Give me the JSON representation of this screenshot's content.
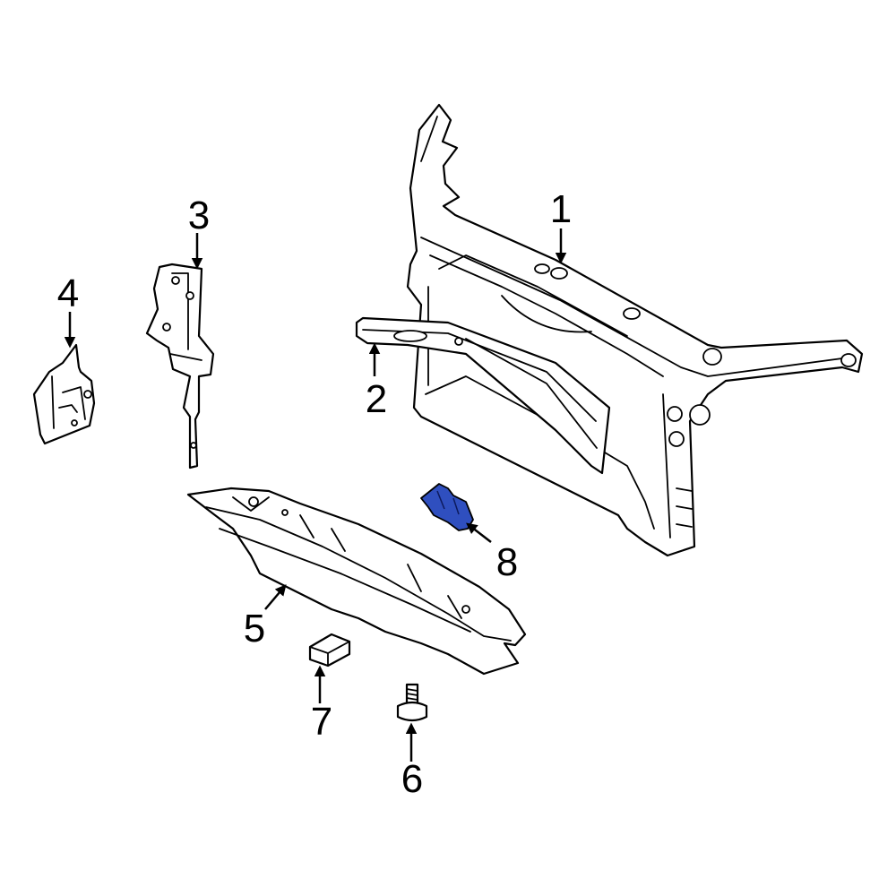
{
  "diagram": {
    "highlight_color": "#2f4fbf",
    "line_color": "#000000",
    "background": "#ffffff",
    "callouts": [
      {
        "id": "1",
        "label": "1"
      },
      {
        "id": "2",
        "label": "2"
      },
      {
        "id": "3",
        "label": "3"
      },
      {
        "id": "4",
        "label": "4"
      },
      {
        "id": "5",
        "label": "5"
      },
      {
        "id": "6",
        "label": "6"
      },
      {
        "id": "7",
        "label": "7"
      },
      {
        "id": "8",
        "label": "8"
      }
    ],
    "highlighted_part": "8"
  }
}
